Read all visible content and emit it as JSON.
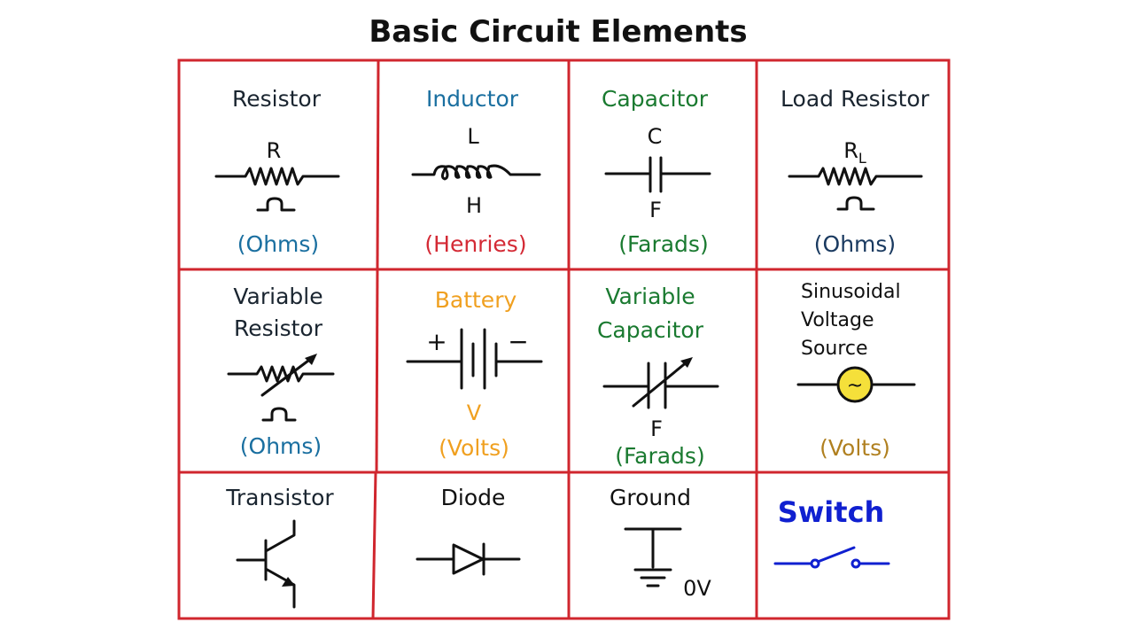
{
  "title": "Basic Circuit Elements",
  "colors": {
    "border": "#d0262e",
    "dark": "#1a2530",
    "blue": "#1a6fa0",
    "red": "#d42a35",
    "green": "#1a7a30",
    "orange": "#f0a020",
    "gold": "#b08020",
    "switch": "#1020d0",
    "navy": "#1a3a60",
    "source_fill": "#f5e03a"
  },
  "cells": {
    "resistor": {
      "name": "Resistor",
      "symbol": "R",
      "unit": "(Ohms)"
    },
    "inductor": {
      "name": "Inductor",
      "symbol": "L",
      "symbol2": "H",
      "unit": "(Henries)"
    },
    "capacitor": {
      "name": "Capacitor",
      "symbol": "C",
      "symbol2": "F",
      "unit": "(Farads)"
    },
    "load_resistor": {
      "name": "Load Resistor",
      "symbol": "R",
      "subscript": "L",
      "unit": "(Ohms)"
    },
    "variable_resistor": {
      "name_line1": "Variable",
      "name_line2": "Resistor",
      "unit": "(Ohms)"
    },
    "battery": {
      "name": "Battery",
      "plus": "+",
      "minus": "−",
      "symbol": "V",
      "unit": "(Volts)"
    },
    "variable_capacitor": {
      "name_line1": "Variable",
      "name_line2": "Capacitor",
      "symbol": "F",
      "unit": "(Farads)"
    },
    "sinusoidal_source": {
      "name_line1": "Sinusoidal",
      "name_line2": "Voltage",
      "name_line3": "Source",
      "symbol": "~",
      "unit": "(Volts)"
    },
    "transistor": {
      "name": "Transistor"
    },
    "diode": {
      "name": "Diode"
    },
    "ground": {
      "name": "Ground",
      "symbol": "0V"
    },
    "switch": {
      "name": "Switch"
    }
  }
}
